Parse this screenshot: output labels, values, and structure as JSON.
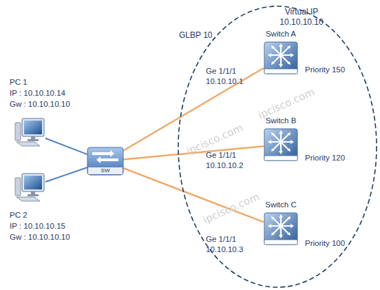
{
  "diagram": {
    "nodes": [
      {
        "text": [
          "PC 1",
          "IP : 10.10.10.14",
          "Gw : 10.10.10.10"
        ]
      },
      {
        "text": [
          "PC 2",
          "IP : 10.10.10.15",
          "Gw : 10.10.10.10"
        ]
      },
      {
        "text": [
          "SW"
        ]
      },
      {
        "text": [
          "GLBP 10",
          "Virtual IP 10.10.10.10"
        ]
      },
      {
        "text": [
          "Switch A",
          "Ge 1/1/1 10.10.10.1",
          "Priority 150"
        ],
        "in": 3
      },
      {
        "text": [
          "Switch B",
          "Ge 1/1/1 10.10.10.2",
          "Priority 120"
        ],
        "in": 3
      },
      {
        "text": [
          "Switch C",
          "Ge 1/1/1 10.10.10.3",
          "Priority 100"
        ],
        "in": 3
      }
    ],
    "edges": [
      {
        "from": 0,
        "to": 2,
        "arrow": "none"
      },
      {
        "from": 1,
        "to": 2,
        "arrow": "none"
      },
      {
        "from": 2,
        "to": 4,
        "arrow": "none"
      },
      {
        "from": 2,
        "to": 5,
        "arrow": "none"
      },
      {
        "from": 2,
        "to": 6,
        "arrow": "none"
      }
    ],
    "labels": [
      "ipcisco.com",
      "ipcisco.com",
      "ipcisco.com"
    ]
  }
}
